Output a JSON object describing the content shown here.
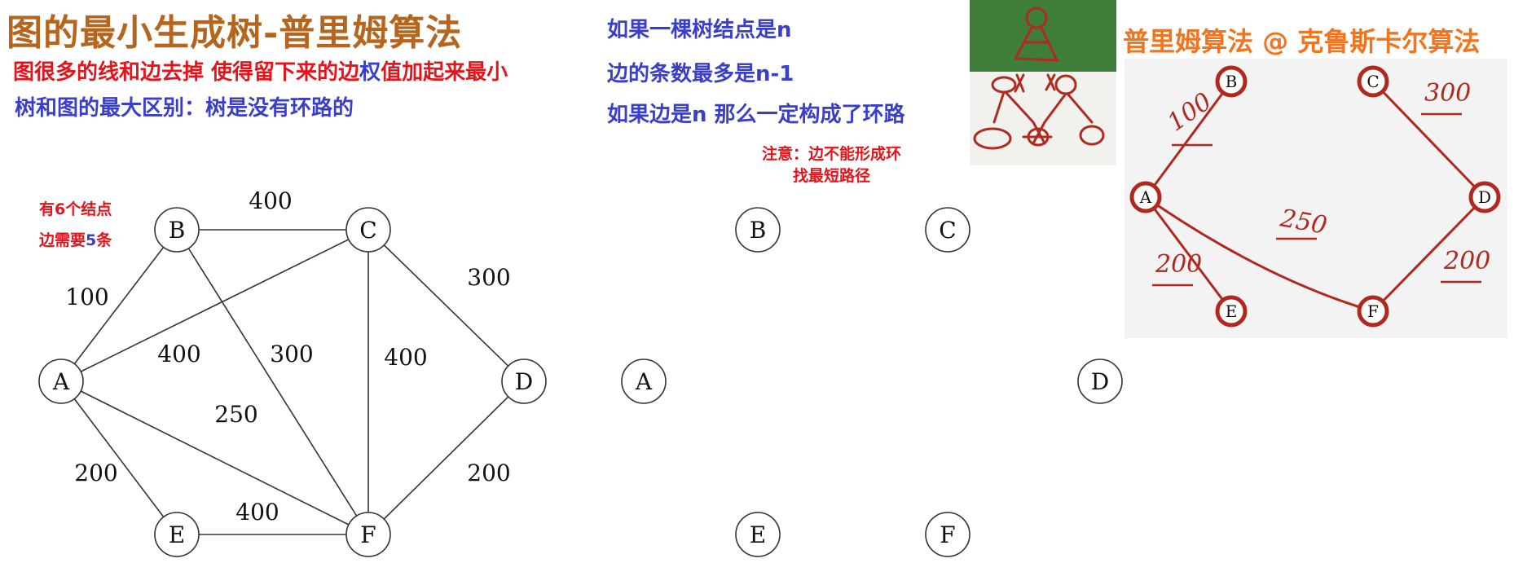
{
  "title": "图的最小生成树-普里姆算法",
  "left_notes": {
    "line1_red": "图很多的线和边去掉  使得留下来的边",
    "line1_blue": "权",
    "line1_red2": "值加起来最小",
    "line2": "树和图的最大区别：树是没有环路的",
    "count_line1": "有6个结点",
    "count_line2_prefix": "边需要",
    "count_line2_num": "5",
    "count_line2_suffix": "条"
  },
  "right_notes": {
    "line1": "如果一棵树结点是n",
    "line2": "边的条数最多是n-1",
    "line3": "如果边是n 那么一定构成了环路",
    "note1": "注意：边不能形成环",
    "note2": "找最短路径"
  },
  "algo_title": "普里姆算法 @ 克鲁斯卡尔算法",
  "graph": {
    "nodes": [
      "A",
      "B",
      "C",
      "D",
      "E",
      "F"
    ],
    "edges": [
      {
        "from": "A",
        "to": "B",
        "weight": "100"
      },
      {
        "from": "B",
        "to": "C",
        "weight": "400"
      },
      {
        "from": "A",
        "to": "C",
        "weight": "400"
      },
      {
        "from": "B",
        "to": "F",
        "weight": "300"
      },
      {
        "from": "C",
        "to": "F",
        "weight": "400"
      },
      {
        "from": "C",
        "to": "D",
        "weight": "300"
      },
      {
        "from": "A",
        "to": "F",
        "weight": "250"
      },
      {
        "from": "A",
        "to": "E",
        "weight": "200"
      },
      {
        "from": "E",
        "to": "F",
        "weight": "400"
      },
      {
        "from": "D",
        "to": "F",
        "weight": "200"
      }
    ]
  },
  "empty_graph_nodes": [
    "A",
    "B",
    "C",
    "D",
    "E",
    "F"
  ],
  "sketch": {
    "nodes": [
      "A",
      "B",
      "C",
      "D",
      "E",
      "F"
    ],
    "edges": [
      {
        "from": "A",
        "to": "B",
        "weight": "100"
      },
      {
        "from": "C",
        "to": "D",
        "weight": "300"
      },
      {
        "from": "A",
        "to": "F",
        "weight": "250"
      },
      {
        "from": "A",
        "to": "E",
        "weight": "200"
      },
      {
        "from": "D",
        "to": "F",
        "weight": "200"
      }
    ]
  }
}
